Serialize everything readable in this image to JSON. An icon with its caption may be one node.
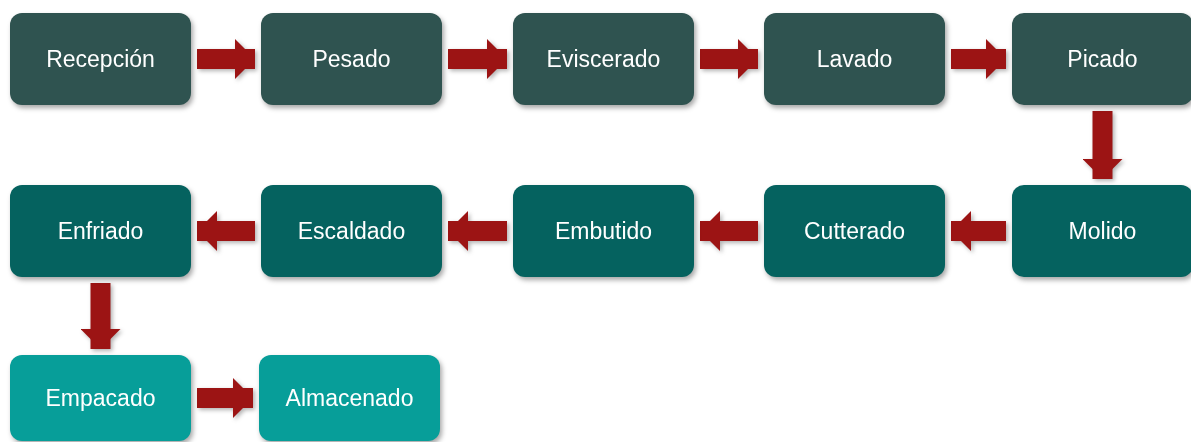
{
  "diagram": {
    "nodes": [
      {
        "text": [
          "Recepción"
        ]
      },
      {
        "text": [
          "Pesado"
        ]
      },
      {
        "text": [
          "Eviscerado"
        ]
      },
      {
        "text": [
          "Lavado"
        ]
      },
      {
        "text": [
          "Picado"
        ]
      },
      {
        "text": [
          "Molido"
        ]
      },
      {
        "text": [
          "Cutterado"
        ]
      },
      {
        "text": [
          "Embutido"
        ]
      },
      {
        "text": [
          "Escaldado"
        ]
      },
      {
        "text": [
          "Enfriado"
        ]
      },
      {
        "text": [
          "Empacado"
        ]
      },
      {
        "text": [
          "Almacenado"
        ]
      }
    ],
    "edges": [
      {
        "from": 0,
        "to": 1,
        "arrow": "to"
      },
      {
        "from": 1,
        "to": 2,
        "arrow": "to"
      },
      {
        "from": 2,
        "to": 3,
        "arrow": "to"
      },
      {
        "from": 3,
        "to": 4,
        "arrow": "to"
      },
      {
        "from": 4,
        "to": 5,
        "arrow": "to"
      },
      {
        "from": 5,
        "to": 6,
        "arrow": "to"
      },
      {
        "from": 6,
        "to": 7,
        "arrow": "to"
      },
      {
        "from": 7,
        "to": 8,
        "arrow": "to"
      },
      {
        "from": 8,
        "to": 9,
        "arrow": "to"
      },
      {
        "from": 9,
        "to": 10,
        "arrow": "to"
      },
      {
        "from": 10,
        "to": 11,
        "arrow": "to"
      }
    ]
  }
}
